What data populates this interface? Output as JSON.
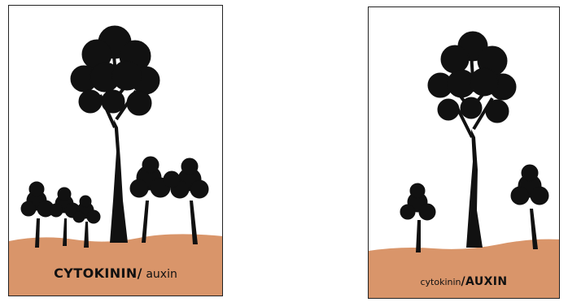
{
  "panels": [
    {
      "id": "left",
      "caption_upper": "CYTOKININ/",
      "caption_lower": " auxin"
    },
    {
      "id": "right",
      "caption_lower": "cytokinin",
      "caption_upper": "/AUXIN"
    }
  ],
  "colors": {
    "soil": "#d9956a",
    "tree": "#111111",
    "frame": "#222222",
    "background": "#ffffff"
  },
  "icons": [
    "tall-tree-icon",
    "small-tree-icon"
  ]
}
